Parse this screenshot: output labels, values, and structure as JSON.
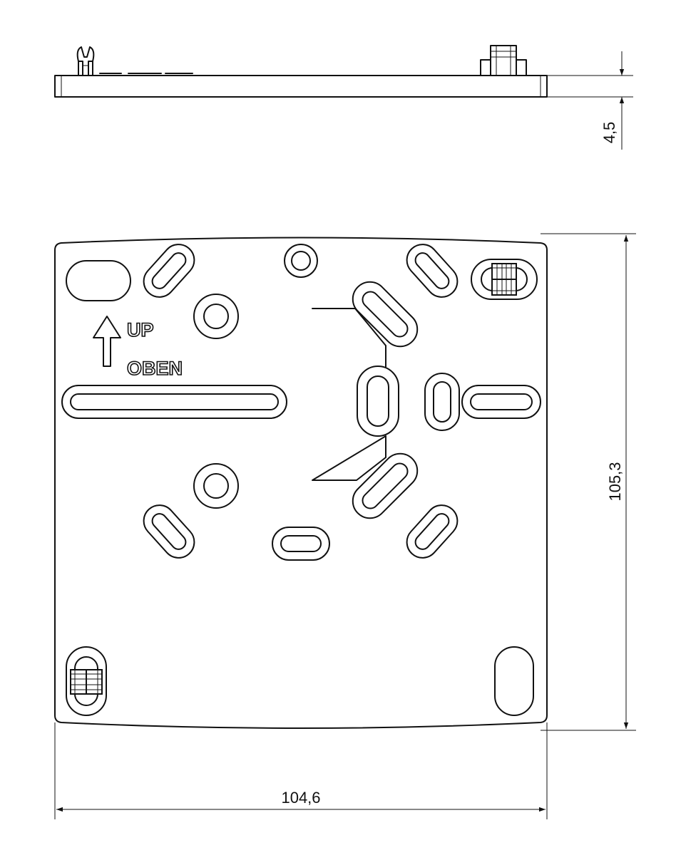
{
  "dimensions": {
    "thickness": "4,5",
    "height": "105,3",
    "width": "104,6"
  },
  "labels": {
    "up": "UP",
    "oben": "OBEN"
  }
}
